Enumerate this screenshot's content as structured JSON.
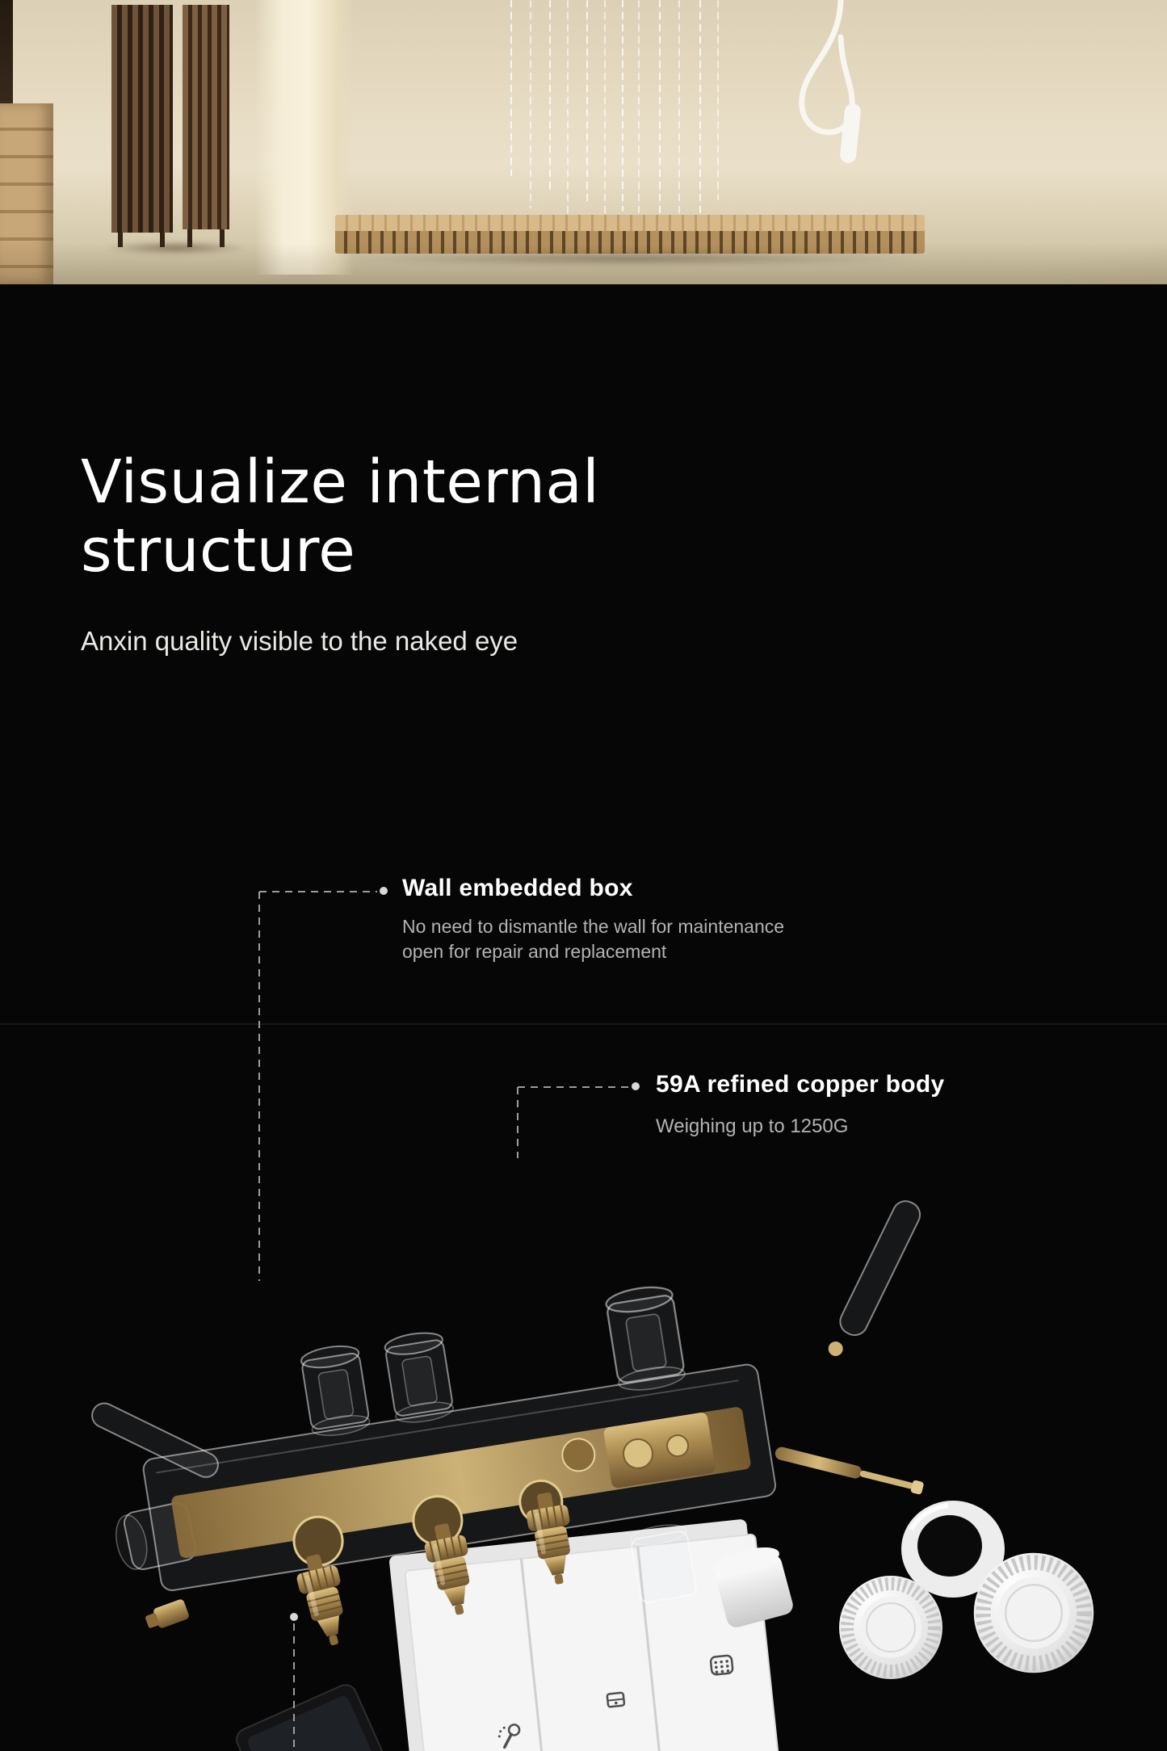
{
  "section": {
    "title_line1": "Visualize internal",
    "title_line2": "structure",
    "subtitle": "Anxin quality visible to the naked eye"
  },
  "callouts": {
    "wall_embedded_box": {
      "label": "Wall embedded box",
      "description_line1": "No need to dismantle the wall for maintenance",
      "description_line2": "open for repair and replacement"
    },
    "copper_body": {
      "label": "59A refined copper body",
      "description": "Weighing up to 1250G"
    }
  },
  "product": {
    "plate_icons": [
      "handheld-shower-icon",
      "body-spray-icon",
      "rain-shower-icon"
    ]
  },
  "colors": {
    "background": "#060606",
    "hero_beige": "#e6dcc4",
    "accent_brass": "#b9995c",
    "text_primary": "#ffffff",
    "text_muted": "#b3b3b1",
    "callout_line": "#9c9c9c"
  }
}
